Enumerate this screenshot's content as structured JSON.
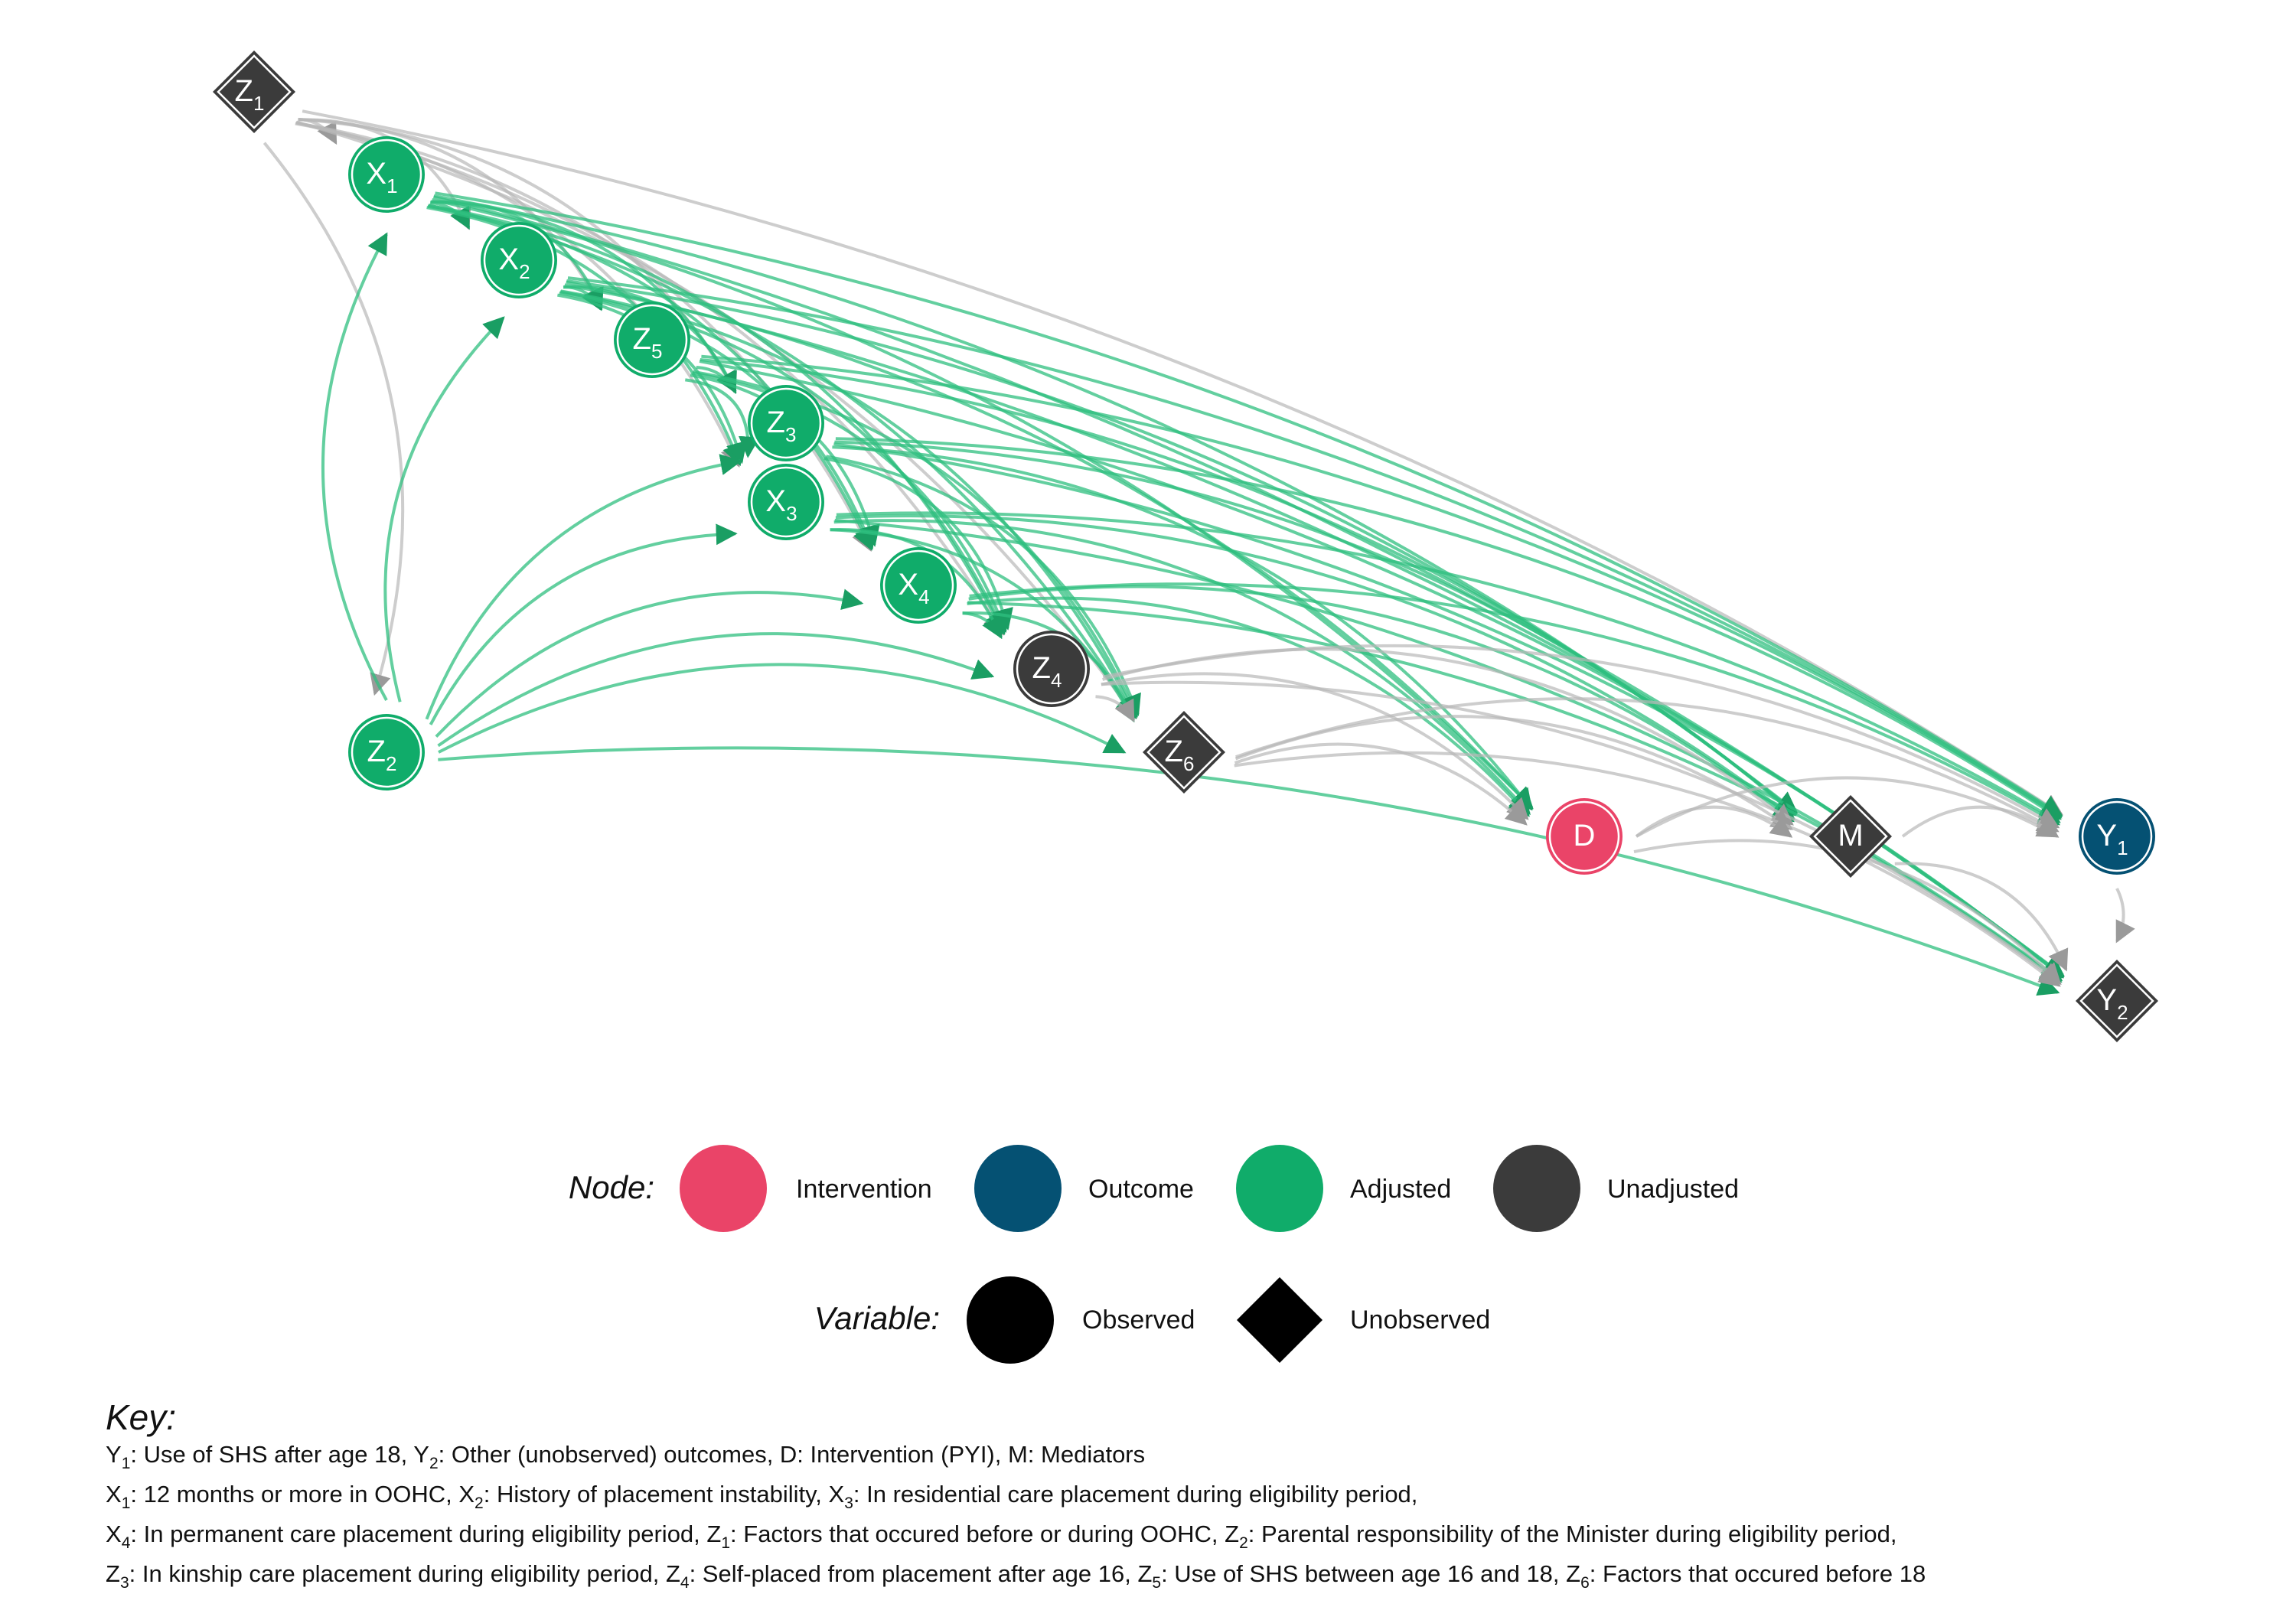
{
  "colors": {
    "intervention": "#ea4468",
    "outcome": "#055173",
    "adjusted": "#10ac6a",
    "unadjusted": "#3b3b3b",
    "edge_adjusted": "#2fbf7f",
    "edge_other": "#b8b8b8"
  },
  "nodes": [
    {
      "id": "Z1",
      "letter": "Z",
      "sub": "1",
      "status": "unadjusted",
      "shape": "diamond"
    },
    {
      "id": "X1",
      "letter": "X",
      "sub": "1",
      "status": "adjusted",
      "shape": "circle"
    },
    {
      "id": "X2",
      "letter": "X",
      "sub": "2",
      "status": "adjusted",
      "shape": "circle"
    },
    {
      "id": "Z5",
      "letter": "Z",
      "sub": "5",
      "status": "adjusted",
      "shape": "circle"
    },
    {
      "id": "Z3",
      "letter": "Z",
      "sub": "3",
      "status": "adjusted",
      "shape": "circle"
    },
    {
      "id": "X3",
      "letter": "X",
      "sub": "3",
      "status": "adjusted",
      "shape": "circle"
    },
    {
      "id": "X4",
      "letter": "X",
      "sub": "4",
      "status": "adjusted",
      "shape": "circle"
    },
    {
      "id": "Z4",
      "letter": "Z",
      "sub": "4",
      "status": "unadjusted",
      "shape": "circle"
    },
    {
      "id": "Z2",
      "letter": "Z",
      "sub": "2",
      "status": "adjusted",
      "shape": "circle"
    },
    {
      "id": "Z6",
      "letter": "Z",
      "sub": "6",
      "status": "unadjusted",
      "shape": "diamond"
    },
    {
      "id": "D",
      "letter": "D",
      "sub": "",
      "status": "intervention",
      "shape": "circle"
    },
    {
      "id": "M",
      "letter": "M",
      "sub": "",
      "status": "unadjusted",
      "shape": "diamond"
    },
    {
      "id": "Y1",
      "letter": "Y",
      "sub": "1",
      "status": "outcome",
      "shape": "circle"
    },
    {
      "id": "Y2",
      "letter": "Y",
      "sub": "2",
      "status": "unadjusted",
      "shape": "diamond"
    }
  ],
  "legend": {
    "node_title": "Node:",
    "node_items": [
      {
        "label": "Intervention",
        "status": "intervention"
      },
      {
        "label": "Outcome",
        "status": "outcome"
      },
      {
        "label": "Adjusted",
        "status": "adjusted"
      },
      {
        "label": "Unadjusted",
        "status": "unadjusted"
      }
    ],
    "variable_title": "Variable:",
    "variable_items": [
      {
        "label": "Observed",
        "shape": "circle"
      },
      {
        "label": "Unobserved",
        "shape": "diamond"
      }
    ]
  },
  "key": {
    "title": "Key:",
    "lines": [
      [
        {
          "t": "Y"
        },
        {
          "t": "1",
          "sub": true
        },
        {
          "t": ": Use of SHS after age 18, Y"
        },
        {
          "t": "2",
          "sub": true
        },
        {
          "t": ": Other (unobserved) outcomes, D: Intervention (PYI), M: Mediators"
        }
      ],
      [
        {
          "t": "X"
        },
        {
          "t": "1",
          "sub": true
        },
        {
          "t": ": 12 months or more in OOHC, X"
        },
        {
          "t": "2",
          "sub": true
        },
        {
          "t": ": History of placement instability, X"
        },
        {
          "t": "3",
          "sub": true
        },
        {
          "t": ": In residential care placement during eligibility period,"
        }
      ],
      [
        {
          "t": "X"
        },
        {
          "t": "4",
          "sub": true
        },
        {
          "t": ": In permanent care placement during eligibility period, Z"
        },
        {
          "t": "1",
          "sub": true
        },
        {
          "t": ": Factors that occured before or during OOHC, Z"
        },
        {
          "t": "2",
          "sub": true
        },
        {
          "t": ": Parental responsibility of the Minister during eligibility period,"
        }
      ],
      [
        {
          "t": "Z"
        },
        {
          "t": "3",
          "sub": true
        },
        {
          "t": ": In kinship care placement during eligibility period, Z"
        },
        {
          "t": "4",
          "sub": true
        },
        {
          "t": ": Self-placed from placement after age 16, Z"
        },
        {
          "t": "5",
          "sub": true
        },
        {
          "t": ": Use of SHS between age 16 and 18, Z"
        },
        {
          "t": "6",
          "sub": true
        },
        {
          "t": ": Factors that occured before 18"
        }
      ]
    ]
  },
  "edges": [
    [
      "Z1",
      "X1"
    ],
    [
      "Z1",
      "X2"
    ],
    [
      "Z1",
      "Z5"
    ],
    [
      "Z1",
      "Z3"
    ],
    [
      "Z1",
      "X3"
    ],
    [
      "Z1",
      "X4"
    ],
    [
      "Z1",
      "Z4"
    ],
    [
      "Z1",
      "Z6"
    ],
    [
      "Z1",
      "Z2"
    ],
    [
      "Z1",
      "Y1"
    ],
    [
      "X1",
      "X2"
    ],
    [
      "X1",
      "Z5"
    ],
    [
      "X1",
      "Z3"
    ],
    [
      "X1",
      "X3"
    ],
    [
      "X1",
      "X4"
    ],
    [
      "X1",
      "Z4"
    ],
    [
      "X1",
      "Z6"
    ],
    [
      "X1",
      "D"
    ],
    [
      "X1",
      "M"
    ],
    [
      "X1",
      "Y1"
    ],
    [
      "X1",
      "Y2"
    ],
    [
      "X2",
      "Z5"
    ],
    [
      "X2",
      "Z3"
    ],
    [
      "X2",
      "X3"
    ],
    [
      "X2",
      "X4"
    ],
    [
      "X2",
      "Z4"
    ],
    [
      "X2",
      "Z6"
    ],
    [
      "X2",
      "D"
    ],
    [
      "X2",
      "M"
    ],
    [
      "X2",
      "Y1"
    ],
    [
      "X2",
      "Y2"
    ],
    [
      "Z5",
      "Z3"
    ],
    [
      "Z5",
      "X3"
    ],
    [
      "Z5",
      "X4"
    ],
    [
      "Z5",
      "Z4"
    ],
    [
      "Z5",
      "Z6"
    ],
    [
      "Z5",
      "M"
    ],
    [
      "Z5",
      "Y1"
    ],
    [
      "Z5",
      "Y2"
    ],
    [
      "Z3",
      "Z4"
    ],
    [
      "Z3",
      "Z6"
    ],
    [
      "Z3",
      "D"
    ],
    [
      "Z3",
      "M"
    ],
    [
      "Z3",
      "Y1"
    ],
    [
      "Z3",
      "Y2"
    ],
    [
      "X3",
      "Z4"
    ],
    [
      "X3",
      "Z6"
    ],
    [
      "X3",
      "D"
    ],
    [
      "X3",
      "M"
    ],
    [
      "X3",
      "Y1"
    ],
    [
      "X3",
      "Y2"
    ],
    [
      "X4",
      "Z4"
    ],
    [
      "X4",
      "Z6"
    ],
    [
      "X4",
      "D"
    ],
    [
      "X4",
      "M"
    ],
    [
      "X4",
      "Y1"
    ],
    [
      "X4",
      "Y2"
    ],
    [
      "Z2",
      "X1"
    ],
    [
      "Z2",
      "X2"
    ],
    [
      "Z2",
      "Z3"
    ],
    [
      "Z2",
      "X3"
    ],
    [
      "Z2",
      "X4"
    ],
    [
      "Z2",
      "Z4"
    ],
    [
      "Z2",
      "Z6"
    ],
    [
      "Z2",
      "Y2"
    ],
    [
      "Z4",
      "Z6"
    ],
    [
      "Z4",
      "D"
    ],
    [
      "Z4",
      "M"
    ],
    [
      "Z4",
      "Y1"
    ],
    [
      "Z4",
      "Y2"
    ],
    [
      "Z6",
      "D"
    ],
    [
      "Z6",
      "M"
    ],
    [
      "Z6",
      "Y1"
    ],
    [
      "Z6",
      "Y2"
    ],
    [
      "D",
      "M"
    ],
    [
      "D",
      "Y1"
    ],
    [
      "D",
      "Y2"
    ],
    [
      "M",
      "Y1"
    ],
    [
      "M",
      "Y2"
    ],
    [
      "Y1",
      "Y2"
    ]
  ]
}
